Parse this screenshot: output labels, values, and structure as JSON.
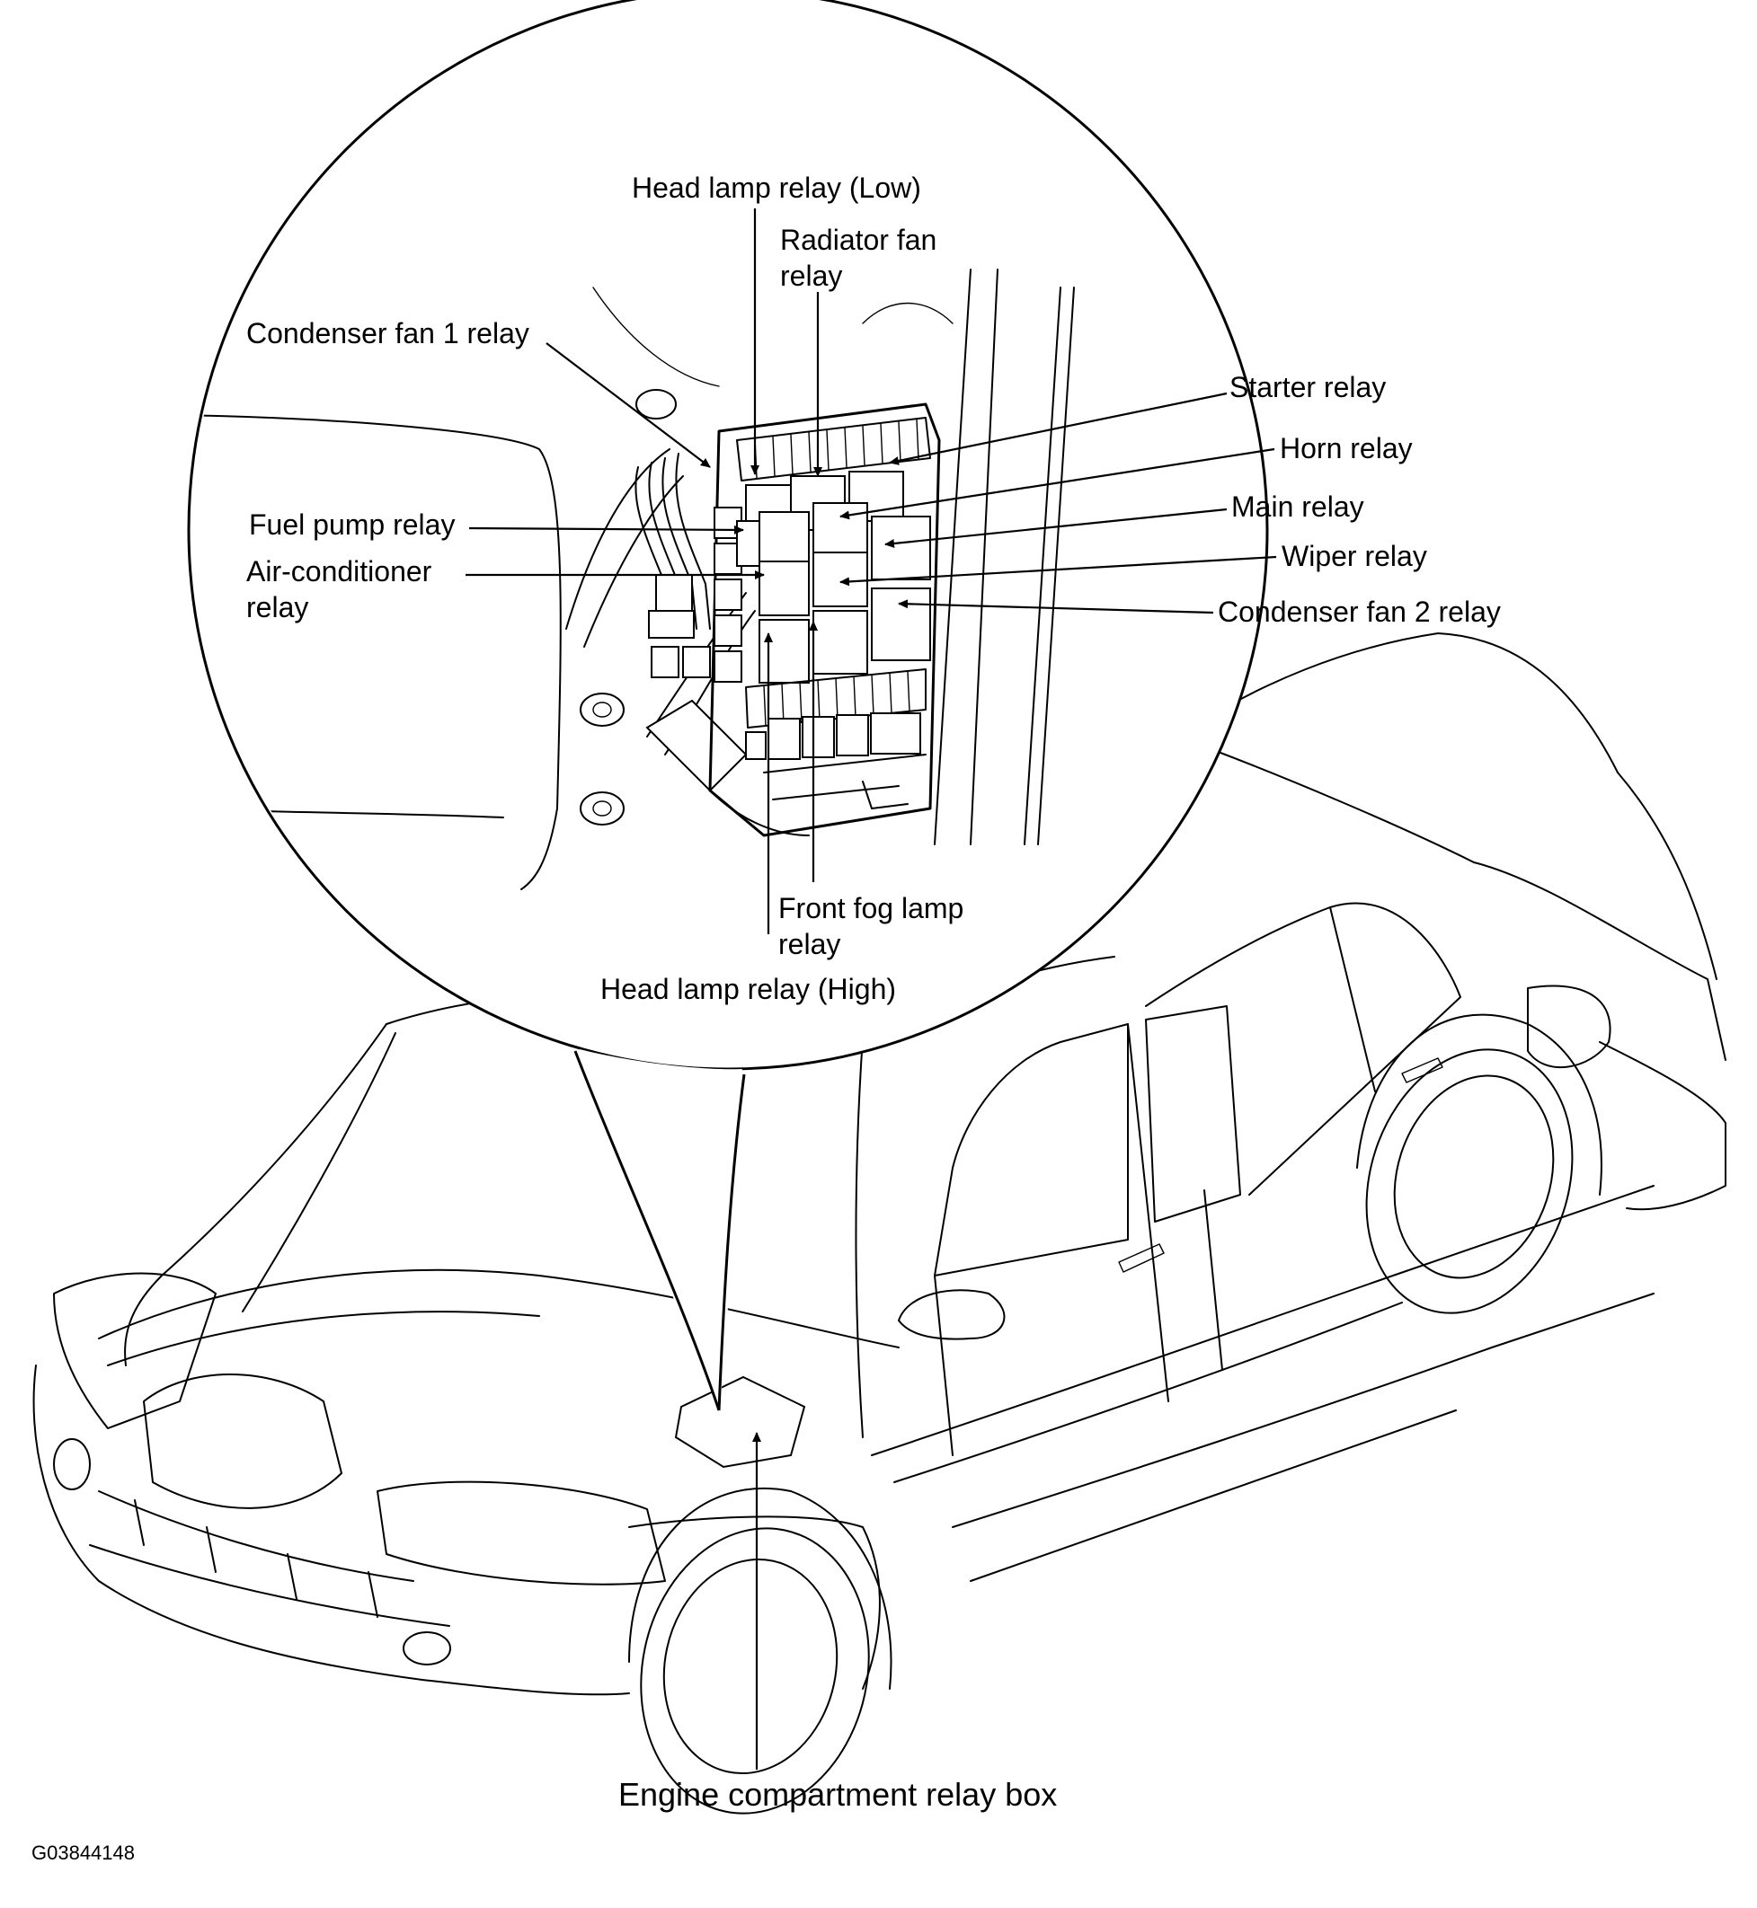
{
  "callouts": {
    "head_lamp_low": "Head lamp relay (Low)",
    "radiator_fan_1": "Radiator fan",
    "radiator_fan_2": "relay",
    "condenser_fan_1": "Condenser fan 1 relay",
    "starter": "Starter relay",
    "horn": "Horn relay",
    "fuel_pump": "Fuel pump relay",
    "main": "Main relay",
    "air_conditioner_1": "Air-conditioner",
    "air_conditioner_2": "relay",
    "wiper": "Wiper relay",
    "condenser_fan_2": "Condenser fan 2 relay",
    "front_fog_1": "Front fog lamp",
    "front_fog_2": "relay",
    "head_lamp_high": "Head lamp relay (High)"
  },
  "main_label": "Engine compartment relay box",
  "figure_code": "G03844148"
}
